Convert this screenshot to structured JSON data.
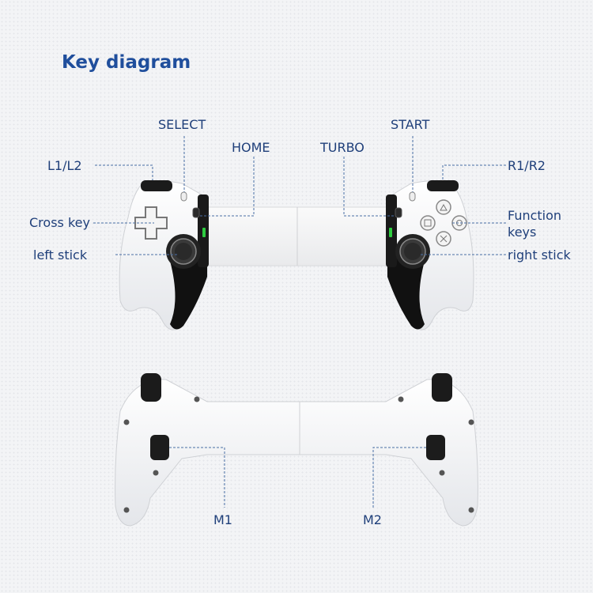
{
  "title": "Key diagram",
  "front_view": {
    "labels": {
      "select": "SELECT",
      "home": "HOME",
      "l1l2": "L1/L2",
      "cross_key": "Cross key",
      "left_stick": "left stick",
      "turbo": "TURBO",
      "start": "START",
      "r1r2": "R1/R2",
      "function_keys_line1": "Function",
      "function_keys_line2": "keys",
      "right_stick": "right stick"
    }
  },
  "back_view": {
    "labels": {
      "m1": "M1",
      "m2": "M2"
    },
    "button_marks": {
      "m1": "M1",
      "m2": "M2"
    }
  },
  "colors": {
    "title": "#1f4e9c",
    "label": "#1f3f7a",
    "leader_line": "#4a6fa5",
    "indicator_led": "#2ecc40"
  }
}
